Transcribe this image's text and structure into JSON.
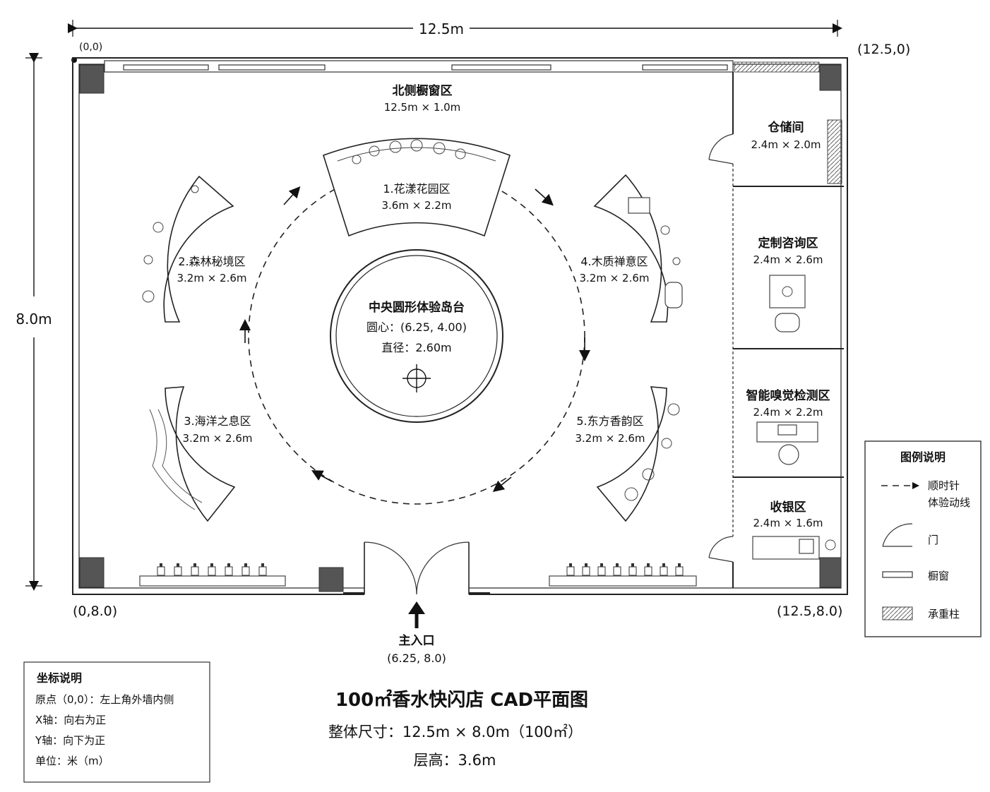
{
  "dimensions": {
    "width": "12.5m",
    "height": "8.0m"
  },
  "corners": {
    "origin_small": "(0,0)",
    "top_right": "(12.5,0)",
    "bottom_left": "(0,8.0)",
    "bottom_right": "(12.5,8.0)"
  },
  "zones": {
    "north_window": {
      "name": "北侧橱窗区",
      "size": "12.5m × 1.0m"
    },
    "z1": {
      "name": "1.花漾花园区",
      "size": "3.6m × 2.2m"
    },
    "z2": {
      "name": "2.森林秘境区",
      "size": "3.2m × 2.6m"
    },
    "z3": {
      "name": "3.海洋之息区",
      "size": "3.2m × 2.6m"
    },
    "z4": {
      "name": "4.木质禅意区",
      "size": "3.2m × 2.6m"
    },
    "z5": {
      "name": "5.东方香韵区",
      "size": "3.2m × 2.6m"
    },
    "center": {
      "name": "中央圆形体验岛台",
      "center": "圆心：(6.25, 4.00)",
      "diameter": "直径：2.60m"
    }
  },
  "rooms": {
    "storage": {
      "name": "仓储间",
      "size": "2.4m × 2.0m"
    },
    "consult": {
      "name": "定制咨询区",
      "size": "2.4m × 2.6m"
    },
    "smell": {
      "name": "智能嗅觉检测区",
      "size": "2.4m × 2.2m"
    },
    "checkout": {
      "name": "收银区",
      "size": "2.4m × 1.6m"
    }
  },
  "entrance": {
    "label": "主入口",
    "coord": "(6.25, 8.0)"
  },
  "legend": {
    "title": "图例说明",
    "items": [
      {
        "key": "dash",
        "label": [
          "顺时针",
          "体验动线"
        ]
      },
      {
        "key": "door",
        "label": [
          "门"
        ]
      },
      {
        "key": "window",
        "label": [
          "橱窗"
        ]
      },
      {
        "key": "column",
        "label": [
          "承重柱"
        ]
      }
    ]
  },
  "coord_note": {
    "title": "坐标说明",
    "lines": [
      "原点（0,0）：左上角外墙内侧",
      "X轴：向右为正",
      "Y轴：向下为正",
      "单位：米（m）"
    ]
  },
  "title_block": {
    "title": "100㎡香水快闪店 CAD平面图",
    "overall": "整体尺寸：12.5m × 8.0m（100㎡）",
    "floor_height": "层高：3.6m"
  }
}
